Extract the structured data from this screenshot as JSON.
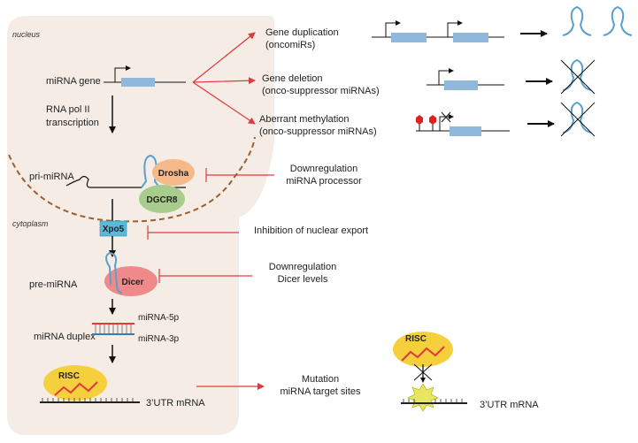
{
  "compartments": {
    "nucleus": "nucleus",
    "cytoplasm": "cytoplasm"
  },
  "pathway": {
    "mirna_gene": "miRNA gene",
    "transcription_line1": "RNA pol II",
    "transcription_line2": "transcription",
    "pri_mirna": "pri-miRNA",
    "pre_mirna": "pre-miRNA",
    "mirna_duplex": "miRNA duplex",
    "strand_5p": "miRNA-5p",
    "strand_3p": "miRNA-3p",
    "utr_mrna": "3’UTR mRNA"
  },
  "proteins": {
    "drosha": "Drosha",
    "dgcr8": "DGCR8",
    "xpo5": "Xpo5",
    "dicer": "Dicer",
    "risc": "RISC",
    "risc_right": "RISC"
  },
  "alterations": [
    {
      "line1": "Gene duplication",
      "line2": "(oncomiRs)"
    },
    {
      "line1": "Gene deletion",
      "line2": "(onco-suppressor miRNAs)"
    },
    {
      "line1": "Aberrant methylation",
      "line2": "(onco-suppressor miRNAs)"
    },
    {
      "line1": "Downregulation",
      "line2": "miRNA processor"
    },
    {
      "line1": "Inhibition of nuclear export",
      "line2": ""
    },
    {
      "line1": "Downregulation",
      "line2": "Dicer levels"
    },
    {
      "line1": "Mutation",
      "line2": "miRNA target sites"
    }
  ],
  "right_panel": {
    "utr_mrna": "3’UTR mRNA"
  },
  "colors": {
    "cell_fill": "#f4ece5",
    "gene_box": "#8fb8dc",
    "hairpin": "#5aa0cc",
    "drosha": "#f6b98a",
    "dgcr8": "#a8cc8c",
    "xpo5": "#5bb8d8",
    "dicer": "#f08a8a",
    "risc": "#f6d03c",
    "red_arrow": "#e03a3a",
    "membrane": "#9a6030",
    "methyl": "#e02020",
    "strand_5p": "#e03a3a",
    "strand_3p": "#2f7fc0",
    "starburst": "#e8e860"
  }
}
